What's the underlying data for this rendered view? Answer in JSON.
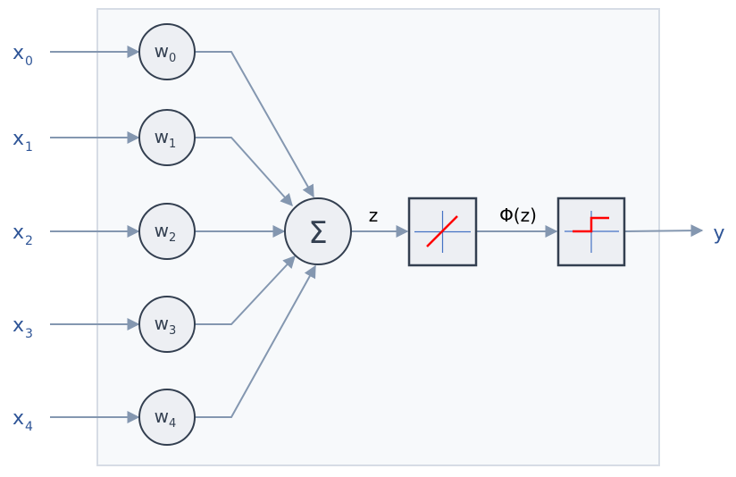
{
  "diagram": {
    "title": "Perceptron",
    "inputs": [
      {
        "base": "x",
        "sub": "0"
      },
      {
        "base": "x",
        "sub": "1"
      },
      {
        "base": "x",
        "sub": "2"
      },
      {
        "base": "x",
        "sub": "3"
      },
      {
        "base": "x",
        "sub": "4"
      }
    ],
    "weights": [
      {
        "base": "w",
        "sub": "0"
      },
      {
        "base": "w",
        "sub": "1"
      },
      {
        "base": "w",
        "sub": "2"
      },
      {
        "base": "w",
        "sub": "3"
      },
      {
        "base": "w",
        "sub": "4"
      }
    ],
    "sum_symbol": "Σ",
    "net_input_label": "z",
    "activation_label": "Φ(z)",
    "output_label": "y",
    "net_input_function": "linear",
    "threshold_function": "unit-step",
    "colors": {
      "input_text": "#2f5597",
      "edge": "#8497b0",
      "node_stroke": "#333f50",
      "node_fill": "#edeff3",
      "panel_fill": "#f7f9fb",
      "panel_stroke": "#d6dce5",
      "function_curve": "#ff0000",
      "function_axes": "#4472c4"
    }
  }
}
